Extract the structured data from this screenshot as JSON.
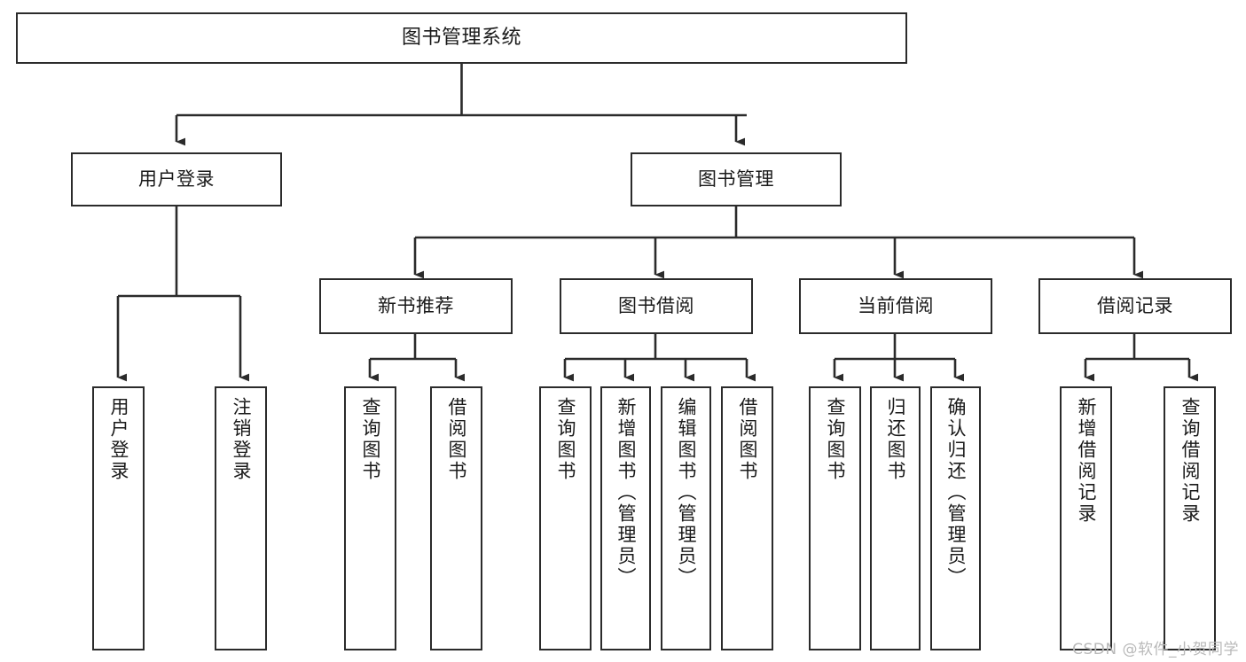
{
  "diagram": {
    "title": "图书管理系统",
    "type": "tree-hierarchy",
    "stroke_color": "#2b2b2b",
    "fill_color": "#ffffff",
    "text_color": "#1a1a1a",
    "watermark": "CSDN @软件_小贺同学",
    "nodes": {
      "root": {
        "label": "图书管理系统"
      },
      "level1": [
        {
          "id": "user-login",
          "label": "用户登录"
        },
        {
          "id": "book-manage",
          "label": "图书管理"
        }
      ],
      "level2": [
        {
          "id": "new-book-recommend",
          "label": "新书推荐"
        },
        {
          "id": "book-borrow",
          "label": "图书借阅"
        },
        {
          "id": "current-borrow",
          "label": "当前借阅"
        },
        {
          "id": "borrow-record",
          "label": "借阅记录"
        }
      ],
      "leaves": [
        {
          "id": "leaf-user-login",
          "label": "用户登录",
          "parent": "user-login"
        },
        {
          "id": "leaf-logout",
          "label": "注销登录",
          "parent": "user-login"
        },
        {
          "id": "leaf-query-book-1",
          "label": "查询图书",
          "parent": "new-book-recommend"
        },
        {
          "id": "leaf-borrow-book-1",
          "label": "借阅图书",
          "parent": "new-book-recommend"
        },
        {
          "id": "leaf-query-book-2",
          "label": "查询图书",
          "parent": "book-borrow"
        },
        {
          "id": "leaf-add-book",
          "label": "新增图书（管理员）",
          "parent": "book-borrow"
        },
        {
          "id": "leaf-edit-book",
          "label": "编辑图书（管理员）",
          "parent": "book-borrow"
        },
        {
          "id": "leaf-borrow-book-2",
          "label": "借阅图书",
          "parent": "book-borrow"
        },
        {
          "id": "leaf-query-book-3",
          "label": "查询图书",
          "parent": "current-borrow"
        },
        {
          "id": "leaf-return-book",
          "label": "归还图书",
          "parent": "current-borrow"
        },
        {
          "id": "leaf-confirm-return",
          "label": "确认归还（管理员）",
          "parent": "current-borrow"
        },
        {
          "id": "leaf-add-borrow-record",
          "label": "新增借阅记录",
          "parent": "borrow-record"
        },
        {
          "id": "leaf-query-borrow-record",
          "label": "查询借阅记录",
          "parent": "borrow-record"
        }
      ]
    }
  }
}
